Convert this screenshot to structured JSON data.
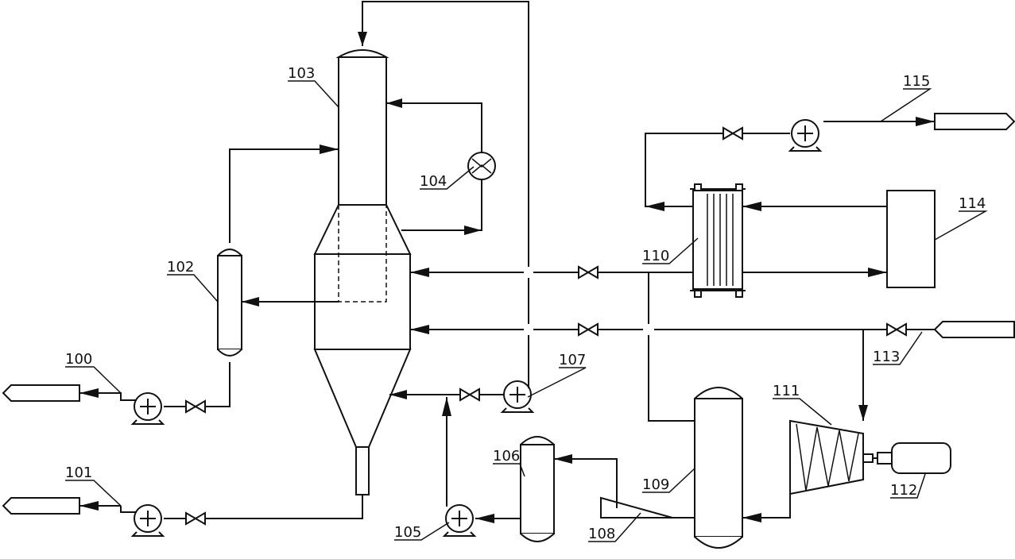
{
  "labels": {
    "l100": "100",
    "l101": "101",
    "l102": "102",
    "l103": "103",
    "l104": "104",
    "l105": "105",
    "l106": "106",
    "l107": "107",
    "l108": "108",
    "l109": "109",
    "l110": "110",
    "l111": "111",
    "l112": "112",
    "l113": "113",
    "l114": "114",
    "l115": "115"
  },
  "icons": {
    "pump": "centrifugal-pump-icon",
    "valve": "gate-valve-icon",
    "cooler": "heat-exchanger-icon",
    "arrow": "flow-arrow-icon"
  },
  "colors": {
    "line": "#111111",
    "background": "#ffffff"
  }
}
